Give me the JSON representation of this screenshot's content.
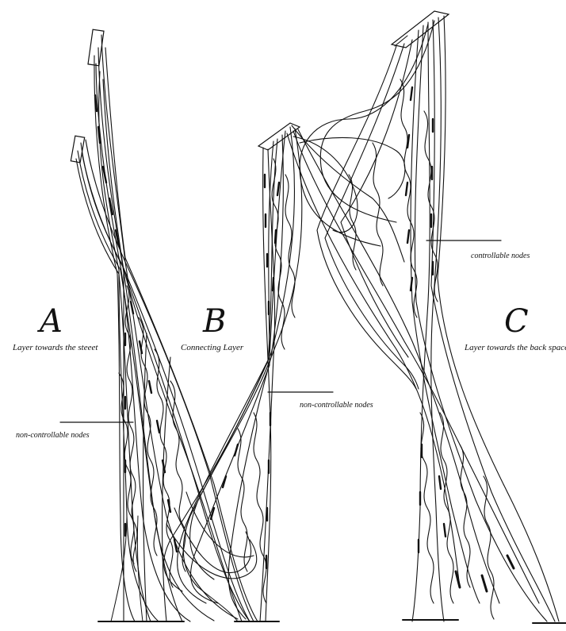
{
  "layers": {
    "a": {
      "letter": "A",
      "description": "Layer towards the steeet"
    },
    "b": {
      "letter": "B",
      "description": "Connecting Layer"
    },
    "c": {
      "letter": "C",
      "description": "Layer towards the back space"
    }
  },
  "annotations": {
    "left": "non-controllable nodes",
    "middle": "non-controllable nodes",
    "right": "controllable nodes"
  },
  "colors": {
    "ink": "#111111",
    "background": "#ffffff"
  }
}
